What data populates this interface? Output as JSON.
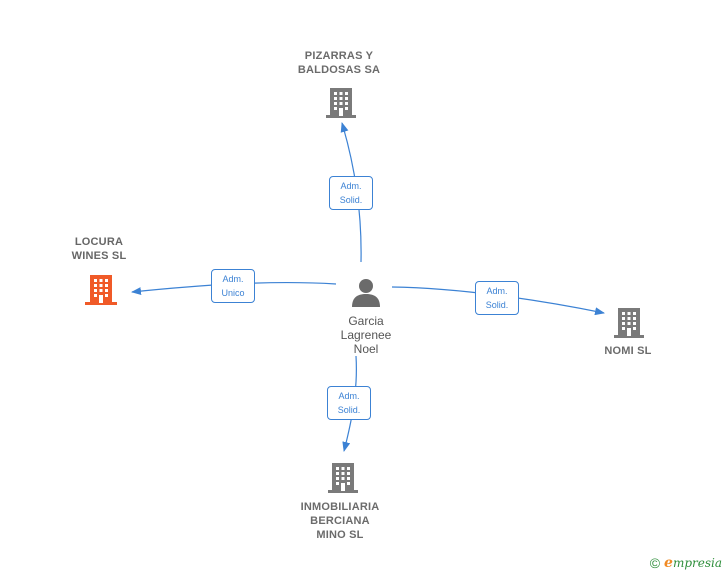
{
  "colors": {
    "edge": "#3c82d4",
    "building_default": "#7a7a7a",
    "building_highlight": "#f05a28",
    "person": "#6b6b6b",
    "brand_green": "#2f8f3c",
    "brand_orange": "#f08a24"
  },
  "person": {
    "name_lines": [
      "Garcia",
      "Lagrenee",
      "Noel"
    ],
    "icon": "person-icon"
  },
  "companies": [
    {
      "id": "pizarras",
      "name_lines": [
        "PIZARRAS Y",
        "BALDOSAS SA"
      ],
      "icon": "building-icon",
      "highlight": false
    },
    {
      "id": "locura",
      "name_lines": [
        "LOCURA",
        "WINES  SL"
      ],
      "icon": "building-icon",
      "highlight": true
    },
    {
      "id": "nomi",
      "name_lines": [
        "NOMI SL"
      ],
      "icon": "building-icon",
      "highlight": false
    },
    {
      "id": "inmobiliaria",
      "name_lines": [
        "INMOBILIARIA",
        "BERCIANA",
        "MINO  SL"
      ],
      "icon": "building-icon",
      "highlight": false
    }
  ],
  "edges": [
    {
      "to": "pizarras",
      "label_lines": [
        "Adm.",
        "Solid."
      ]
    },
    {
      "to": "locura",
      "label_lines": [
        "Adm.",
        "Unico"
      ]
    },
    {
      "to": "nomi",
      "label_lines": [
        "Adm.",
        "Solid."
      ]
    },
    {
      "to": "inmobiliaria",
      "label_lines": [
        "Adm.",
        "Solid."
      ]
    }
  ],
  "footer": {
    "copyright_symbol": "©",
    "brand_initial": "e",
    "brand_rest": "mpresia"
  }
}
